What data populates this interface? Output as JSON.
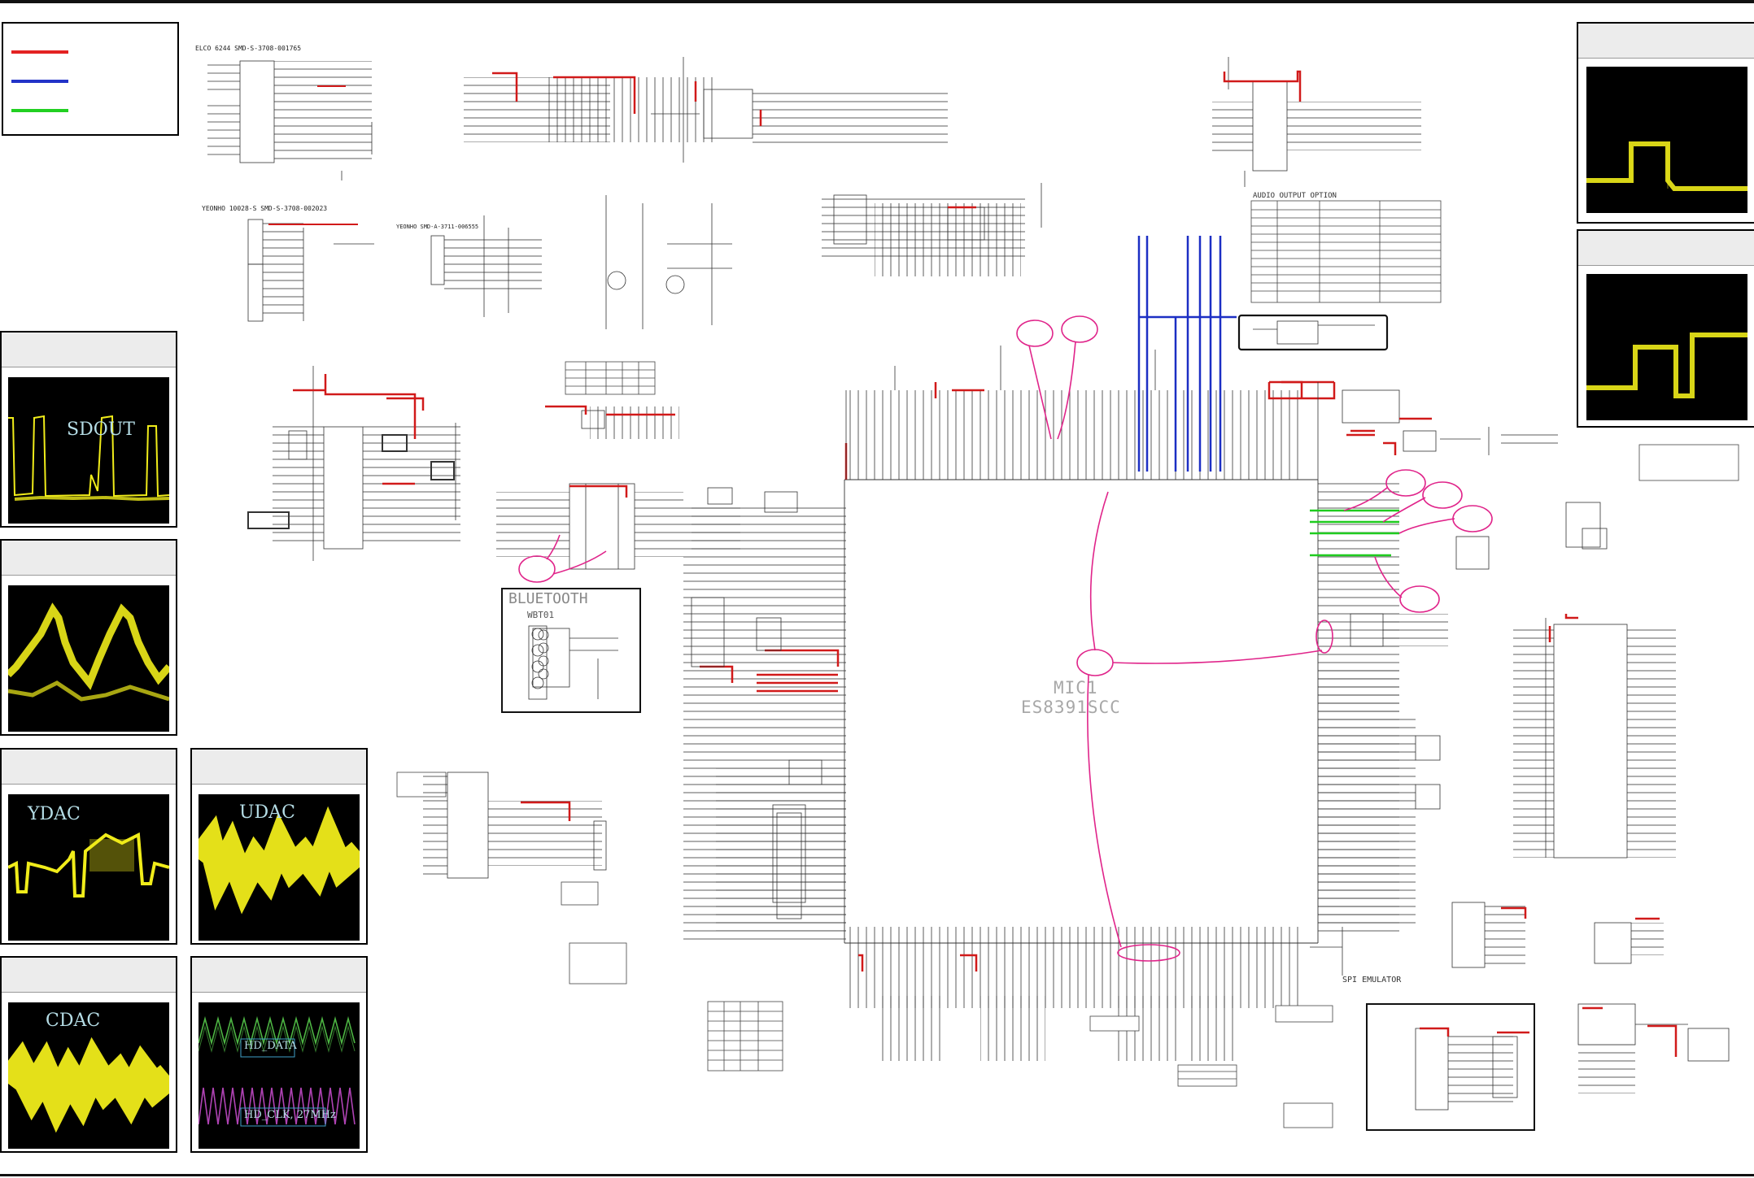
{
  "header": {
    "elco_title": "ELCO 6244 SMD-S-3708-001765",
    "yeonho_title": "YEONHO 10028-S  SMD-S-3708-002023",
    "yeonho2_title": "YEONHO SMD-A-3711-006555"
  },
  "chip": {
    "name": "MIC1",
    "part": "ES8391SCC"
  },
  "bluetooth": {
    "title": "BLUETOOTH",
    "designator": "WBT01"
  },
  "scopes": {
    "sdout": "SDOUT",
    "ydac": "YDAC",
    "udac": "UDAC",
    "cdac": "CDAC",
    "hd_data": "HD_DATA",
    "hd_clk": "HD_CLK, 27MHz"
  },
  "labels": {
    "audio_output_option": "AUDIO OUTPUT OPTION",
    "spi_emulator": "SPI EMULATOR"
  },
  "colors": {
    "power": "#d11a1a",
    "bus": "#1c2fc4",
    "video": "#1fcc1f",
    "probe": "#e0248a",
    "scope_trace": "#f0ec1a"
  }
}
